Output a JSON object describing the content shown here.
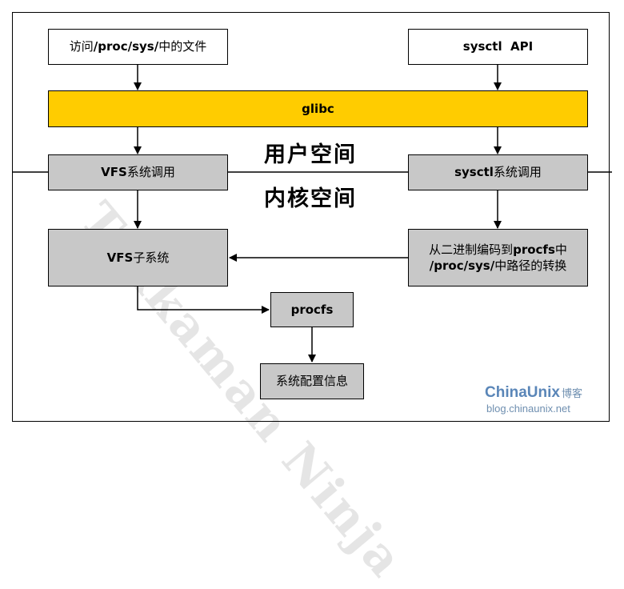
{
  "nodes": {
    "access_file": {
      "pre": "访问",
      "bold": "/proc/sys/",
      "post": "中的文件"
    },
    "sysctl_api": {
      "label": "sysctl  API"
    },
    "glibc": {
      "label": "glibc"
    },
    "vfs_syscall": {
      "bold": "VFS",
      "post": "系统调用"
    },
    "sysctl_syscall": {
      "bold": "sysctl",
      "post": "系统调用"
    },
    "vfs_subsystem": {
      "bold": "VFS",
      "post": "子系统"
    },
    "convert": {
      "line1_pre": "从二进制编码到",
      "line1_bold": "procfs",
      "line1_post": "中",
      "line2_bold": "/proc/sys/",
      "line2_post": "中路径的转换"
    },
    "procfs": {
      "label": "procfs"
    },
    "sysconfig": {
      "label": "系统配置信息"
    }
  },
  "labels": {
    "user_space": "用户空间",
    "kernel_space": "内核空间"
  },
  "watermark": {
    "text": "Tekkaman Ninja"
  },
  "logo": {
    "brand": "ChinaUnix",
    "brand_cn": "博客",
    "url": "blog.chinaunix.net"
  },
  "colors": {
    "glibc": "#ffcc00",
    "kernel_box": "#c8c8c8",
    "user_box": "#ffffff",
    "logo": "#5a86b8"
  }
}
